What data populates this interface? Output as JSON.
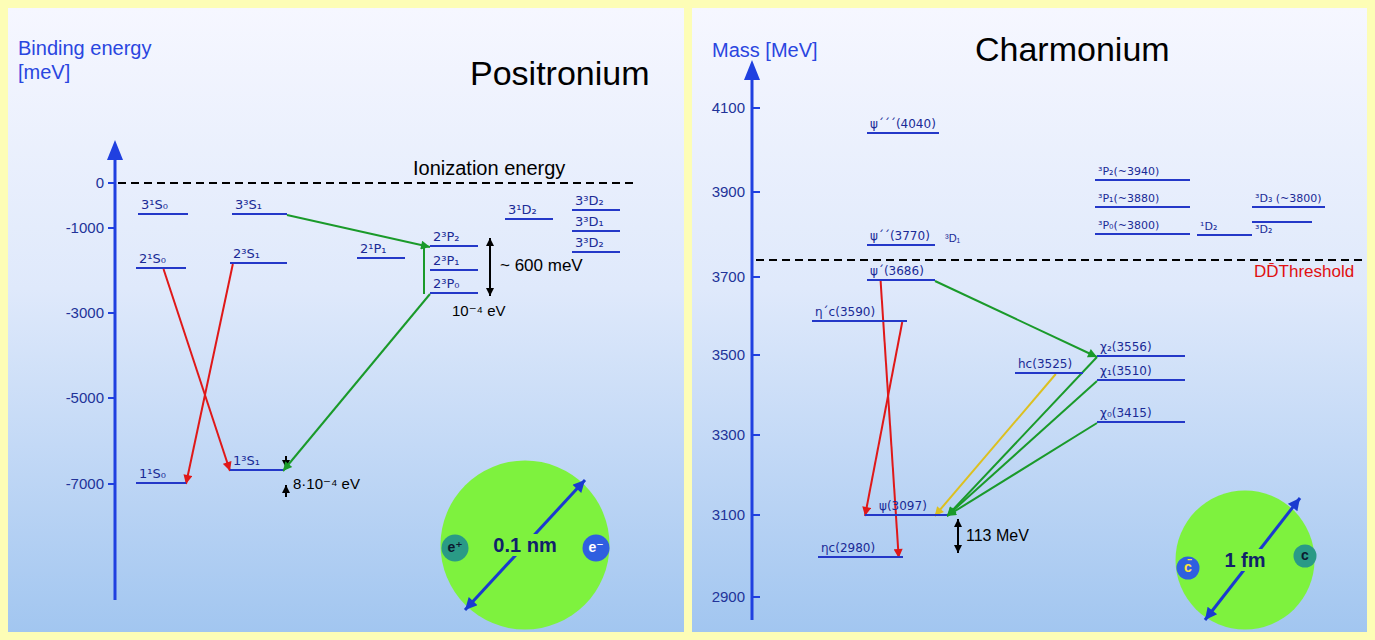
{
  "diagram": {
    "nodes": [
      {
        "text": [
          "Positronium"
        ]
      },
      {
        "text": [
          "3¹S₀"
        ],
        "in": 0
      },
      {
        "text": [
          "3³S₁"
        ],
        "in": 0
      },
      {
        "text": [
          "2¹S₀"
        ],
        "in": 0
      },
      {
        "text": [
          "2³S₁"
        ],
        "in": 0
      },
      {
        "text": [
          "2¹P₁"
        ],
        "in": 0
      },
      {
        "text": [
          "2³P₂"
        ],
        "in": 0
      },
      {
        "text": [
          "2³P₁"
        ],
        "in": 0
      },
      {
        "text": [
          "2³P₀"
        ],
        "in": 0
      },
      {
        "text": [
          "3¹D₂"
        ],
        "in": 0
      },
      {
        "text": [
          "3³D₂"
        ],
        "in": 0
      },
      {
        "text": [
          "3³D₁"
        ],
        "in": 0
      },
      {
        "text": [
          "3³D₂"
        ],
        "in": 0
      },
      {
        "text": [
          "1¹S₀"
        ],
        "in": 0
      },
      {
        "text": [
          "1³S₁"
        ],
        "in": 0
      },
      {
        "text": [
          "0.1 nm"
        ],
        "in": 0
      },
      {
        "text": [
          "e⁺"
        ],
        "in": 15
      },
      {
        "text": [
          "e⁻"
        ],
        "in": 15
      },
      {
        "text": [
          "Charmonium"
        ]
      },
      {
        "text": [
          "ψ´´´(4040)"
        ],
        "in": 18
      },
      {
        "text": [
          "³P₂(~3940)"
        ],
        "in": 18
      },
      {
        "text": [
          "³P₁(~3880)"
        ],
        "in": 18
      },
      {
        "text": [
          "³D₃ (~3800)"
        ],
        "in": 18
      },
      {
        "text": [
          "³P₀(~3800)"
        ],
        "in": 18
      },
      {
        "text": [
          "¹D₂"
        ],
        "in": 18
      },
      {
        "text": [
          "³D₂"
        ],
        "in": 18
      },
      {
        "text": [
          "ψ´´(3770)"
        ],
        "in": 18
      },
      {
        "text": [
          "ψ´(3686)"
        ],
        "in": 18
      },
      {
        "text": [
          "η´c(3590)"
        ],
        "in": 18
      },
      {
        "text": [
          "χ₂(3556)"
        ],
        "in": 18
      },
      {
        "text": [
          "hc(3525)"
        ],
        "in": 18
      },
      {
        "text": [
          "χ₁(3510)"
        ],
        "in": 18
      },
      {
        "text": [
          "χ₀(3415)"
        ],
        "in": 18
      },
      {
        "text": [
          "ψ(3097)"
        ],
        "in": 18
      },
      {
        "text": [
          "ηc(2980)"
        ],
        "in": 18
      },
      {
        "text": [
          "1 fm"
        ],
        "in": 18
      },
      {
        "text": [
          "c̄"
        ],
        "in": 35
      },
      {
        "text": [
          "c"
        ],
        "in": 35
      }
    ],
    "edges": [
      {
        "from": 2,
        "to": 6,
        "arrow": "to"
      },
      {
        "from": 8,
        "to": 14,
        "arrow": "to"
      },
      {
        "from": 3,
        "to": 14,
        "arrow": "to"
      },
      {
        "from": 4,
        "to": 13,
        "arrow": "to"
      },
      {
        "from": 27,
        "to": 29,
        "arrow": "to"
      },
      {
        "from": 29,
        "to": 33,
        "arrow": "to"
      },
      {
        "from": 31,
        "to": 33,
        "arrow": "to"
      },
      {
        "from": 32,
        "to": 33,
        "arrow": "to"
      },
      {
        "from": 30,
        "to": 33,
        "arrow": "to"
      },
      {
        "from": 28,
        "to": 33,
        "arrow": "to"
      },
      {
        "from": 27,
        "to": 34,
        "arrow": "to"
      }
    ],
    "labels": [
      "Binding energy [meV]",
      "0",
      "-1000",
      "-3000",
      "-5000",
      "-7000",
      "Ionization energy",
      "~ 600 meV",
      "10⁻⁴ eV",
      "8·10⁻⁴ eV",
      "Mass [MeV]",
      "4100",
      "3900",
      "3700",
      "3500",
      "3300",
      "3100",
      "2900",
      "³D₁",
      "DD̄Threshold",
      "113 MeV"
    ]
  }
}
